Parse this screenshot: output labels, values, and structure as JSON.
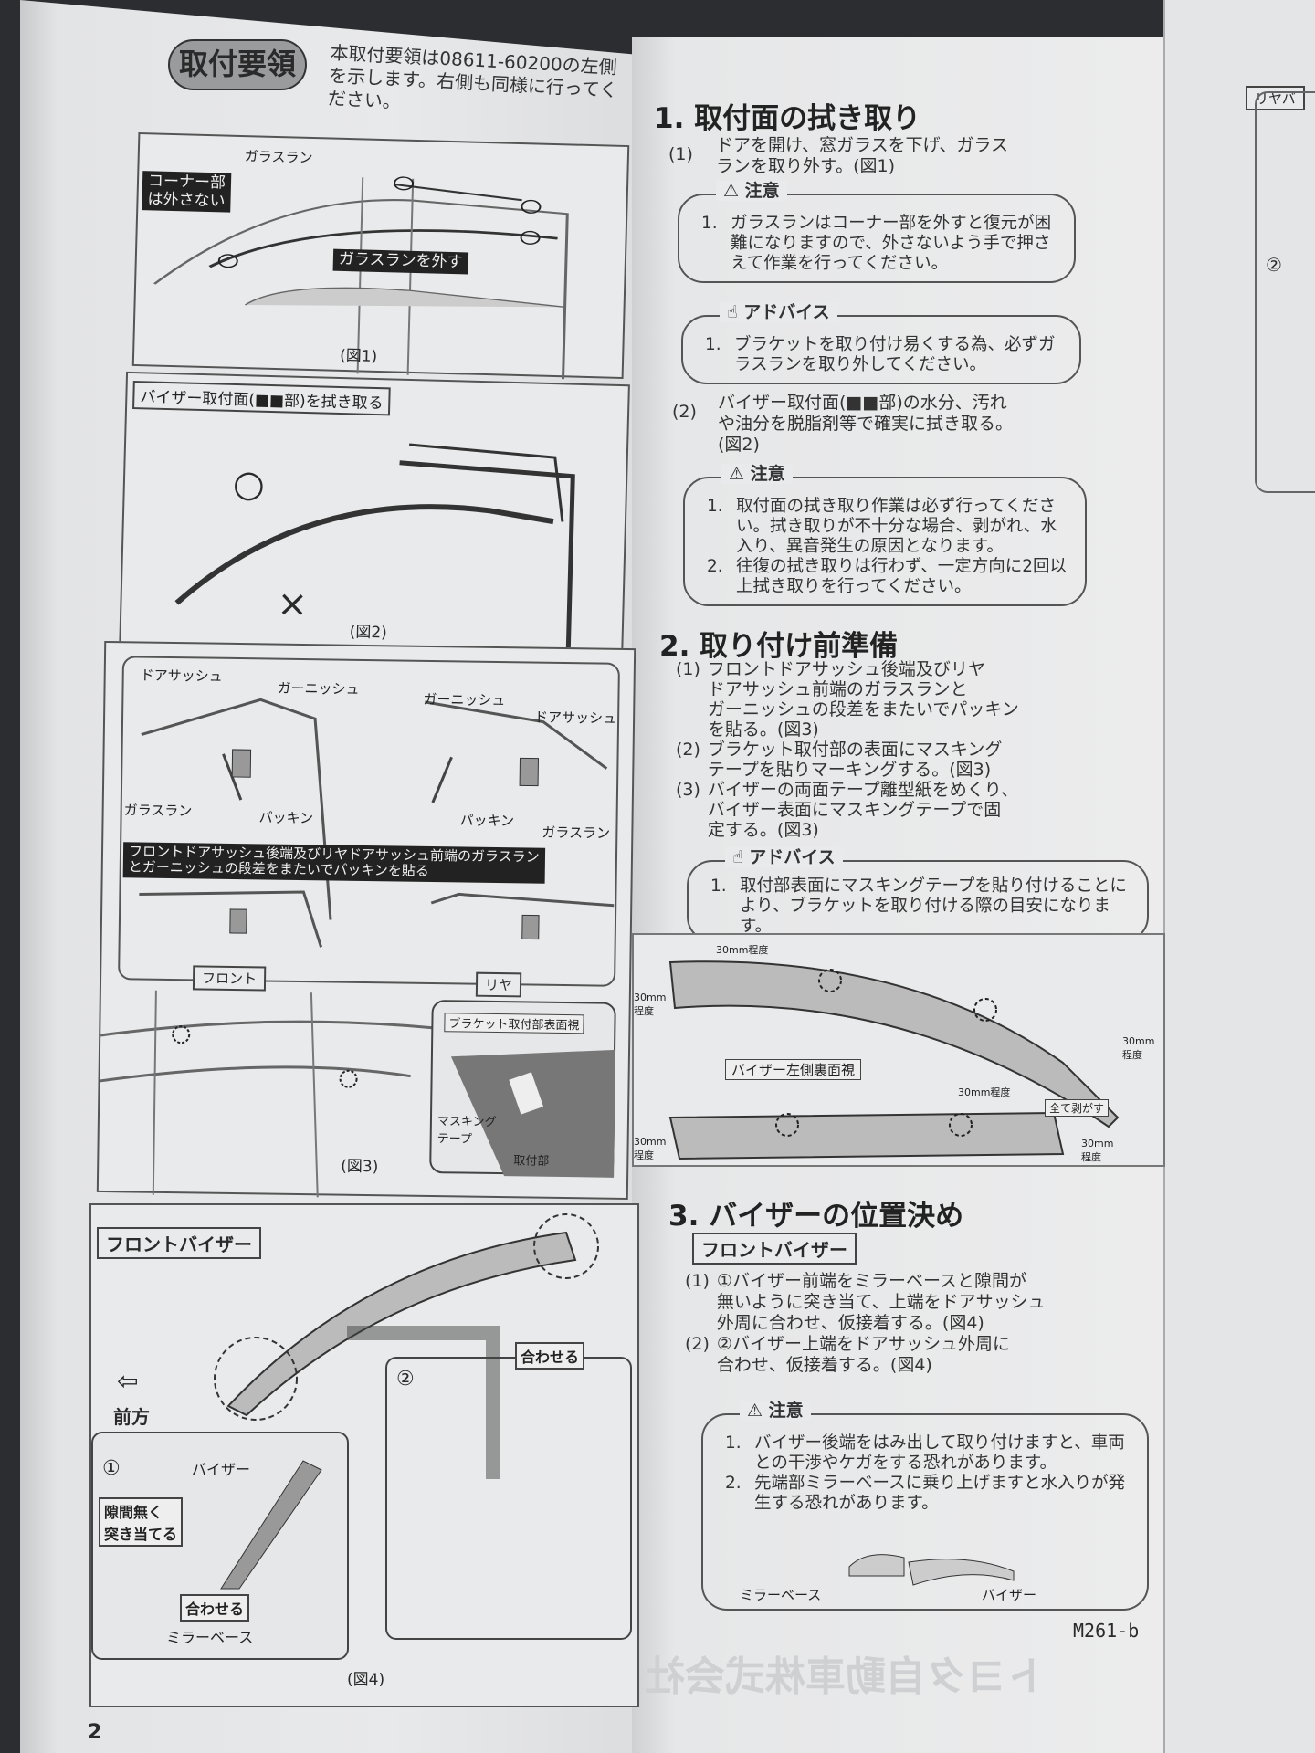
{
  "page_number": "2",
  "doc_code": "M261-b",
  "watermark": "トヨタ自動車株式会社",
  "left": {
    "badge": "取付要領",
    "intro": "本取付要領は08611-60200の左側を示します。右側も同様に行ってください。",
    "fig1": {
      "label_glassrun": "ガラスラン",
      "label_corner": "コーナー部\nは外さない",
      "label_remove": "ガラスランを外す",
      "caption": "(図1)"
    },
    "fig2": {
      "title": "バイザー取付面(■■部)を拭き取る",
      "ok": "○",
      "ng": "×",
      "caption": "(図2)"
    },
    "fig3": {
      "door_sash_l": "ドアサッシュ",
      "garnish_l": "ガーニッシュ",
      "garnish_r": "ガーニッシュ",
      "door_sash_r": "ドアサッシュ",
      "glassrun_l": "ガラスラン",
      "packing_l": "パッキン",
      "packing_r": "パッキン",
      "glassrun_r": "ガラスラン",
      "banner": "フロントドアサッシュ後端及びリヤドアサッシュ前端のガラスラン\nとガーニッシュの段差をまたいでパッキンを貼る",
      "front": "フロント",
      "rear": "リヤ",
      "bracket_view": "ブラケット取付部表面視",
      "masking_tape": "マスキング\nテープ",
      "mount": "取付部",
      "caption": "(図3)"
    },
    "fig4": {
      "title": "フロントバイザー",
      "forward": "前方",
      "circle1": "①",
      "visor": "バイザー",
      "no_gap": "隙間無く\n突き当てる",
      "align1": "合わせる",
      "mirror_base": "ミラーベース",
      "circle2": "②",
      "align2": "合わせる",
      "caption": "(図4)"
    }
  },
  "right": {
    "s1": {
      "title": "1.  取付面の拭き取り",
      "step1_num": "(1)",
      "step1": "ドアを開け、窓ガラスを下げ、ガラス\nランを取り外す。(図1)",
      "caution1": {
        "head": "注意",
        "items": [
          {
            "n": "1.",
            "t": "ガラスランはコーナー部を外すと復元が困難になりますので、外さないよう手で押さえて作業を行ってください。"
          }
        ]
      },
      "advice1": {
        "head": "アドバイス",
        "items": [
          {
            "n": "1.",
            "t": "ブラケットを取り付け易くする為、必ずガラスランを取り外してください。"
          }
        ]
      },
      "step2_num": "(2)",
      "step2": "バイザー取付面(■■部)の水分、汚れ\nや油分を脱脂剤等で確実に拭き取る。\n(図2)",
      "caution2": {
        "head": "注意",
        "items": [
          {
            "n": "1.",
            "t": "取付面の拭き取り作業は必ず行ってください。拭き取りが不十分な場合、剥がれ、水入り、異音発生の原因となります。"
          },
          {
            "n": "2.",
            "t": "往復の拭き取りは行わず、一定方向に2回以上拭き取りを行ってください。"
          }
        ]
      }
    },
    "s2": {
      "title": "2.  取り付け前準備",
      "steps": [
        {
          "n": "(1)",
          "t": "フロントドアサッシュ後端及びリヤ\nドアサッシュ前端のガラスランと\nガーニッシュの段差をまたいでパッキン\nを貼る。(図3)"
        },
        {
          "n": "(2)",
          "t": "ブラケット取付部の表面にマスキング\nテープを貼りマーキングする。(図3)"
        },
        {
          "n": "(3)",
          "t": "バイザーの両面テープ離型紙をめくり、\nバイザー表面にマスキングテープで固\n定する。(図3)"
        }
      ],
      "advice": {
        "head": "アドバイス",
        "items": [
          {
            "n": "1.",
            "t": "取付部表面にマスキングテープを貼り付けることにより、ブラケットを取り付ける際の目安になります。"
          }
        ]
      }
    },
    "visor_fig": {
      "d1": "30mm程度",
      "d2": "30mm\n程度",
      "d3": "30mm\n程度",
      "d4": "30mm程度",
      "d5": "30mm\n程度",
      "d6": "30mm\n程度",
      "view": "バイザー左側裏面視",
      "peel": "全て剥がす"
    },
    "s3": {
      "title": "3.  バイザーの位置決め",
      "sub": "フロントバイザー",
      "steps": [
        {
          "n": "(1)",
          "t": "①バイザー前端をミラーベースと隙間が\n無いように突き当て、上端をドアサッシュ\n外周に合わせ、仮接着する。(図4)"
        },
        {
          "n": "(2)",
          "t": "②バイザー上端をドアサッシュ外周に\n合わせ、仮接着する。(図4)"
        }
      ],
      "caution": {
        "head": "注意",
        "items": [
          {
            "n": "1.",
            "t": "バイザー後端をはみ出して取り付けますと、車両との干渉やケガをする恐れがあります。"
          },
          {
            "n": "2.",
            "t": "先端部ミラーベースに乗り上げますと水入りが発生する恐れがあります。"
          }
        ]
      },
      "mirror_base": "ミラーベース",
      "visor": "バイザー"
    }
  },
  "far": {
    "tag": "リヤバ",
    "circle2": "②"
  }
}
